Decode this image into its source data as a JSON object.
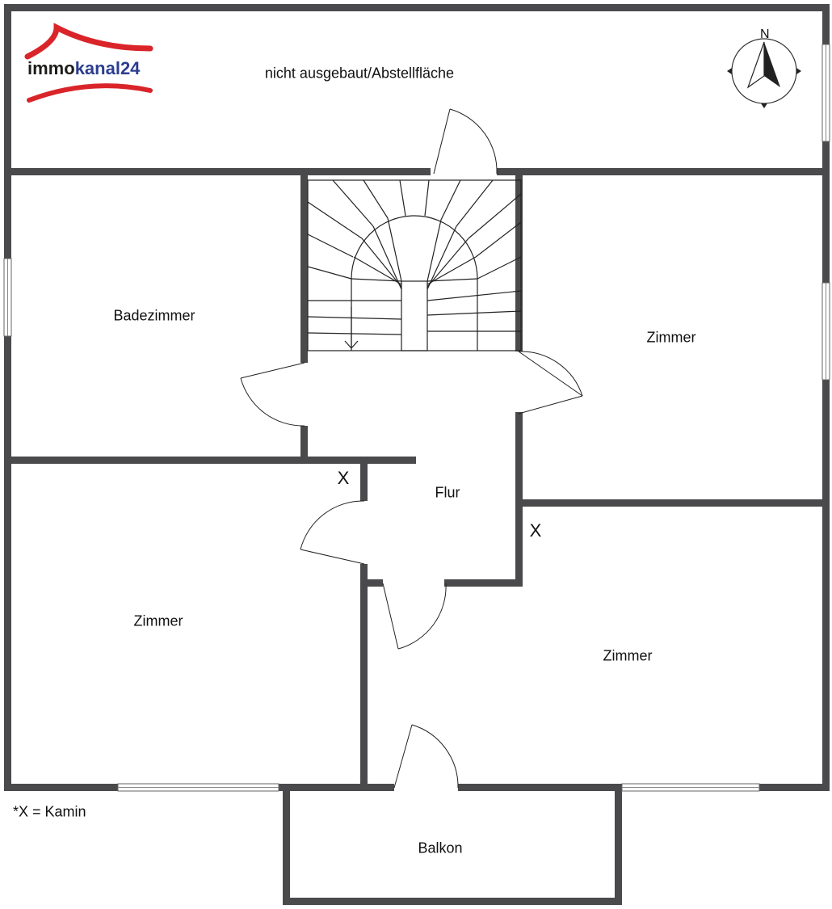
{
  "logo": {
    "part1": "immo",
    "part2": "kanal24",
    "colors": {
      "arc": "#d9252a",
      "text_dark": "#1d1d1b",
      "text_blue": "#2c3e8f"
    }
  },
  "compass": {
    "north_label": "N"
  },
  "rooms": {
    "attic": "nicht ausgebaut/Abstellfläche",
    "bathroom": "Badezimmer",
    "room_ne": "Zimmer",
    "hall": "Flur",
    "room_w": "Zimmer",
    "room_se": "Zimmer",
    "balcony": "Balkon"
  },
  "fireplace_marks": {
    "mark1": "X",
    "mark2": "X"
  },
  "legend": {
    "note": "*X = Kamin"
  },
  "colors": {
    "wall": "#4a4a4c",
    "line": "#333333",
    "background": "#ffffff"
  }
}
